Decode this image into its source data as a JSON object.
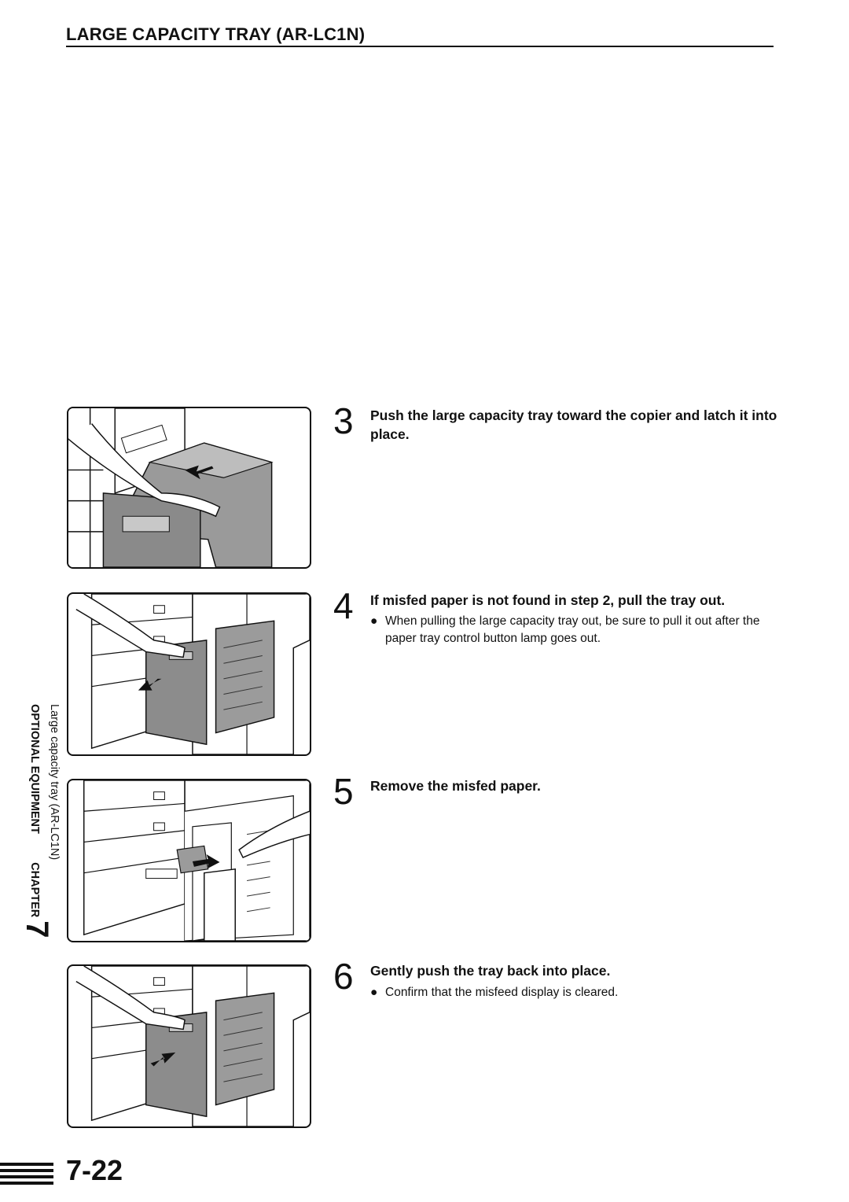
{
  "header": {
    "title": "LARGE CAPACITY TRAY (AR-LC1N)"
  },
  "steps": [
    {
      "number": "3",
      "heading": "Push the large capacity tray toward the copier and latch it into place.",
      "note": ""
    },
    {
      "number": "4",
      "heading": "If misfed paper is not found in step 2, pull the tray out.",
      "note": "When pulling the large capacity tray out, be sure to pull it out after the paper tray control button lamp goes out."
    },
    {
      "number": "5",
      "heading": "Remove the misfed paper.",
      "note": ""
    },
    {
      "number": "6",
      "heading": "Gently push the tray back into place.",
      "note": "Confirm that the misfeed display is cleared."
    }
  ],
  "side_tab": {
    "subtitle": "Large capacity tray (AR-LC1N)",
    "section": "OPTIONAL EQUIPMENT",
    "chapter_label": "CHAPTER",
    "chapter_number": "7"
  },
  "footer": {
    "page_number": "7-22",
    "bullet_glyph": "●"
  },
  "illustrations": [
    {
      "icon": "push-tray-illustration",
      "arrow": "left"
    },
    {
      "icon": "pull-tray-illustration",
      "arrow": "down-left"
    },
    {
      "icon": "remove-paper-illustration",
      "arrow": "right"
    },
    {
      "icon": "push-back-illustration",
      "arrow": "up-right"
    }
  ]
}
